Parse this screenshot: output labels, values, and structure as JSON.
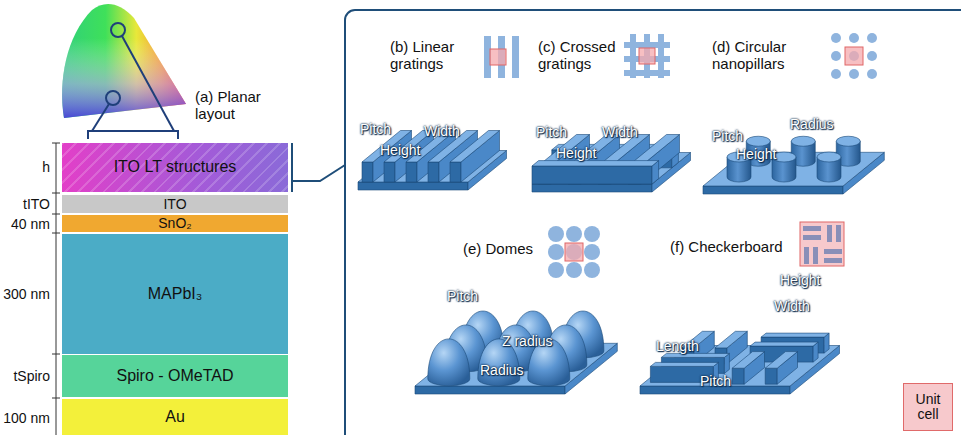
{
  "diagram": {
    "nodes": [
      {
        "text": [
          "ITO LT structures"
        ]
      },
      {
        "text": [
          "ITO"
        ]
      },
      {
        "text": [
          "SnO₂"
        ]
      },
      {
        "text": [
          "MAPbI₃"
        ]
      },
      {
        "text": [
          "Spiro - OMeTAD"
        ]
      },
      {
        "text": [
          "Au"
        ]
      }
    ],
    "labels": [
      "(a) Planar layout",
      "h",
      "tITO",
      "40 nm",
      "300 nm",
      "tSpiro",
      "100 nm",
      "(b) Linear gratings",
      "Pitch",
      "Width",
      "Height",
      "(c) Crossed gratings",
      "Pitch",
      "Width",
      "Height",
      "(d) Circular nanopillars",
      "Pitch",
      "Radius",
      "Height",
      "(e) Domes",
      "Pitch",
      "Z radius",
      "Radius",
      "(f) Checkerboard",
      "Height",
      "Width",
      "Length",
      "Pitch"
    ],
    "legend": [
      {
        "text": "Unit cell",
        "color": "#f7c9cc"
      }
    ]
  }
}
